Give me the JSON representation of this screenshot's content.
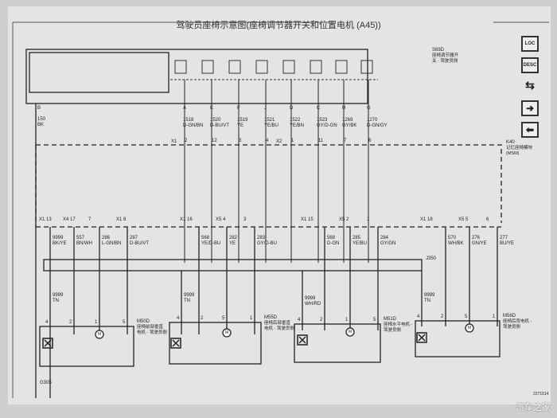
{
  "title": "驾驶员座椅示意图(座椅调节器开关和位置电机 (A45))",
  "switch": {
    "id": "S69D",
    "desc": "座椅调节器开关 - 驾驶员侧",
    "columns": [
      {
        "pin": "A",
        "circuit": "1518",
        "color": "D-GN/BN",
        "conn": "2"
      },
      {
        "pin": "K",
        "circuit": "1520",
        "color": "D-BU/VT",
        "conn": "12"
      },
      {
        "pin": "F",
        "circuit": "1519",
        "color": "YE",
        "conn": "3"
      },
      {
        "pin": "J",
        "circuit": "1521",
        "color": "YE/BU",
        "conn": "4"
      },
      {
        "pin": "D",
        "circuit": "1522",
        "color": "YE/BN",
        "conn": "1"
      },
      {
        "pin": "C",
        "circuit": "1523",
        "color": "GY/D-GN",
        "conn": "11"
      },
      {
        "pin": "H",
        "circuit": "1269",
        "color": "GY/BK",
        "conn": "7"
      },
      {
        "pin": "G",
        "circuit": "1270",
        "color": "D-GN/GY",
        "conn": "8"
      }
    ]
  },
  "connectors": {
    "x1": "X1",
    "x2": "X2",
    "x4": "X4",
    "x5": "X5"
  },
  "feed": {
    "pin": "B",
    "circuit": "150",
    "color": "BK"
  },
  "module": {
    "id": "K40",
    "desc": "记忆座椅模块 (MSM)"
  },
  "bus": "J350",
  "ground": "G305",
  "groups": [
    {
      "conn_pins": [
        "X1 13",
        "X4 17",
        "7",
        "X1 8"
      ],
      "wires": [
        "9999\nBK/YE",
        "557\nBN/WH",
        "286\nL-GN/BN",
        "287\nD-BU/VT"
      ],
      "ground_wire": "9999\nTN",
      "motor": "M50D",
      "motor_desc": "座椅前部垂直电机 - 驾驶员侧",
      "motor_pins": [
        "4",
        "2",
        "1",
        "5"
      ]
    },
    {
      "conn_pins": [
        "X1 16",
        "X5 4",
        "3"
      ],
      "wires": [
        "568\nYE/D-BU",
        "282\nYE",
        "283\nGY/D-BU"
      ],
      "ground_wire": "9999\nTN",
      "motor": "M55D",
      "motor_desc": "座椅后部垂直电机 - 驾驶员侧",
      "motor_pins": [
        "4",
        "2",
        "5",
        "1"
      ]
    },
    {
      "conn_pins": [
        "X1 15",
        "X5 2",
        "1"
      ],
      "wires": [
        "569\nD-GN",
        "285\nYE/BU",
        "284\nGY/GN"
      ],
      "ground_wire": "9999\nWH/RD",
      "motor": "M51D",
      "motor_desc": "座椅水平电机 - 驾驶员侧",
      "motor_pins": [
        "4",
        "2",
        "1",
        "5"
      ]
    },
    {
      "conn_pins": [
        "X1 18",
        "X5 5",
        "6"
      ],
      "wires": [
        "570\nWH/BK",
        "276\nGN/YE",
        "277\nBU/YE"
      ],
      "ground_wire": "9999\nTN",
      "motor": "M56D",
      "motor_desc": "座椅后背电机 - 驾驶员侧",
      "motor_pins": [
        "4",
        "2",
        "5",
        "1"
      ]
    }
  ],
  "side_icons": {
    "loc": "LOC",
    "desc": "DESC"
  },
  "page_code": "2271514",
  "watermark": "汽车之家",
  "motor_symbol": "M"
}
